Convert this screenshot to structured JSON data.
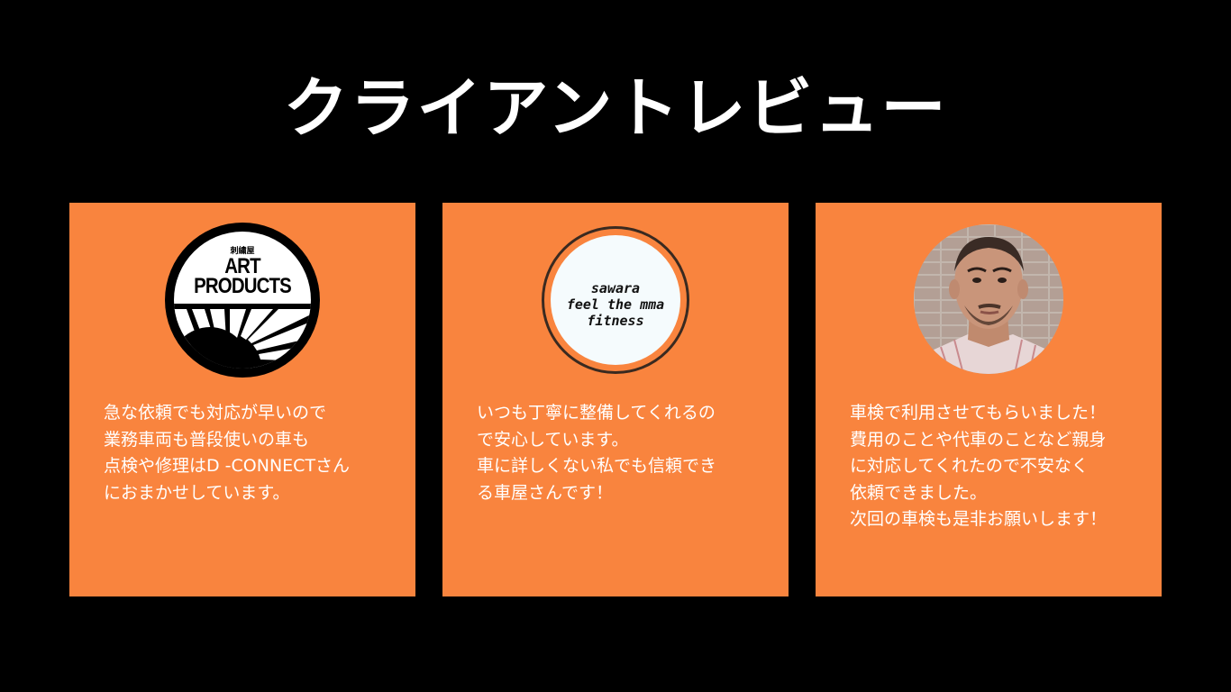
{
  "page": {
    "title": "クライアントレビュー",
    "background_color": "#000000",
    "card_color": "#F9843E"
  },
  "reviews": [
    {
      "logo": {
        "type": "art-products-logo",
        "kanji": "刺繍屋",
        "brand_line1": "ART",
        "brand_line2": "PRODUCTS"
      },
      "text": "急な依頼でも対応が早いので\n業務車両も普段使いの車も\n点検や修理はD -CONNECTさん\nにおまかせしています。"
    },
    {
      "logo": {
        "type": "sawara-logo",
        "line1": "sawara",
        "line2": "feel the mma",
        "line3": "fitness"
      },
      "text": "いつも丁寧に整備してくれるの\nで安心しています。\n車に詳しくない私でも信頼でき\nる車屋さんです！"
    },
    {
      "logo": {
        "type": "customer-photo"
      },
      "text": "車検で利用させてもらいました！\n費用のことや代車のことなど親身\nに対応してくれたので不安なく\n依頼できました。\n次回の車検も是非お願いします！"
    }
  ]
}
